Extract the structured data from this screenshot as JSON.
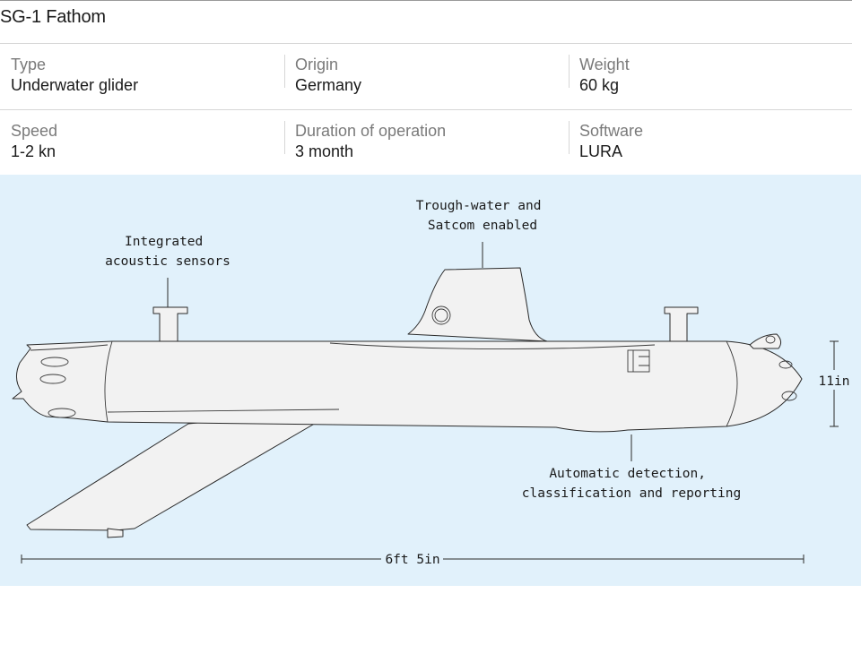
{
  "title": "SG-1 Fathom",
  "specs": [
    [
      {
        "label": "Type",
        "value": "Underwater glider"
      },
      {
        "label": "Origin",
        "value": "Germany"
      },
      {
        "label": "Weight",
        "value": "60 kg"
      }
    ],
    [
      {
        "label": "Speed",
        "value": "1-2 kn"
      },
      {
        "label": "Duration of operation",
        "value": "3 month"
      },
      {
        "label": "Software",
        "value": "LURA"
      }
    ]
  ],
  "annotations": {
    "sensors": [
      "Integrated",
      "acoustic sensors"
    ],
    "satcom": [
      "Trough-water and",
      "Satcom enabled"
    ],
    "detection": [
      "Automatic detection,",
      "classification and reporting"
    ],
    "height": "11in",
    "length": "6ft 5in"
  },
  "colors": {
    "background": "#e1f1fb",
    "hull": "#f2f2f2",
    "outline": "#2a2a2a"
  }
}
